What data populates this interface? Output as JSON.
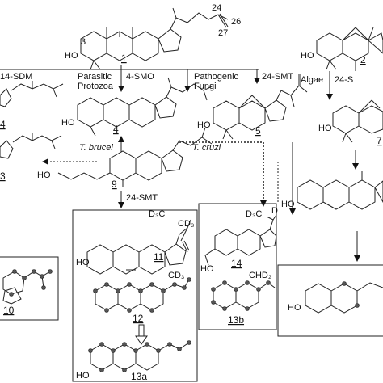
{
  "compounds": {
    "c1": "1",
    "c2": "2",
    "c3": "3",
    "c4": "4",
    "c5": "5",
    "c9": "9",
    "c10": "10",
    "c11": "11",
    "c12": "12",
    "c13a": "13a",
    "c13b": "13b",
    "c14": "14"
  },
  "atoms": {
    "a24": "24",
    "a26": "26",
    "a27": "27",
    "a3": "3",
    "ho": "HO"
  },
  "labels": {
    "sdm14": "14-SDM",
    "parasitic_protozoa": "Parasitic\nProtozoa",
    "smo4_top": "4-SMO",
    "pathogenic_fungi": "Pathogenic\nFungi",
    "smt24_top": "24-SMT",
    "algae": "Algae",
    "smt24_right": "24-S",
    "t_brucei": "T. brucei",
    "t_cruzi": "T. cruzi",
    "smt24_mid": "24-SMT",
    "d3c": "D₃C",
    "cd3": "CD₃",
    "cd3_12": "CD₃",
    "d3c_14": "D₃C",
    "d": "D",
    "chd2": "CHD₂",
    "roman_4": "4",
    "roman_7": "7"
  }
}
